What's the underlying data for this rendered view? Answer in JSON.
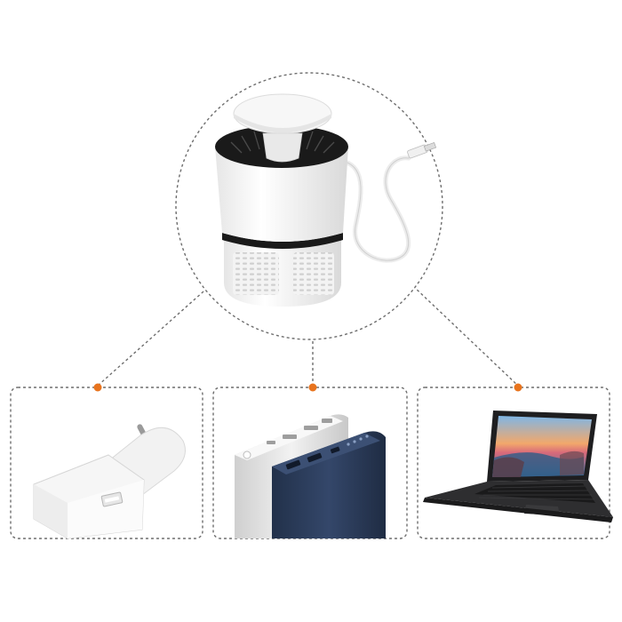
{
  "palette": {
    "background": "#ffffff",
    "dashed_line": "#6e6e6e",
    "connector_dot": "#e8741e",
    "device_white": "#f4f4f4",
    "device_black": "#1a1a1a",
    "powerbank_silver": "#dcdcdc",
    "powerbank_navy": "#2b3a55",
    "laptop_body": "#2e2e30"
  },
  "hero": {
    "name": "mosquito-trap-lamp-with-usb-cable"
  },
  "power_sources": [
    {
      "name": "usb-wall-charger"
    },
    {
      "name": "power-banks"
    },
    {
      "name": "laptop"
    }
  ]
}
